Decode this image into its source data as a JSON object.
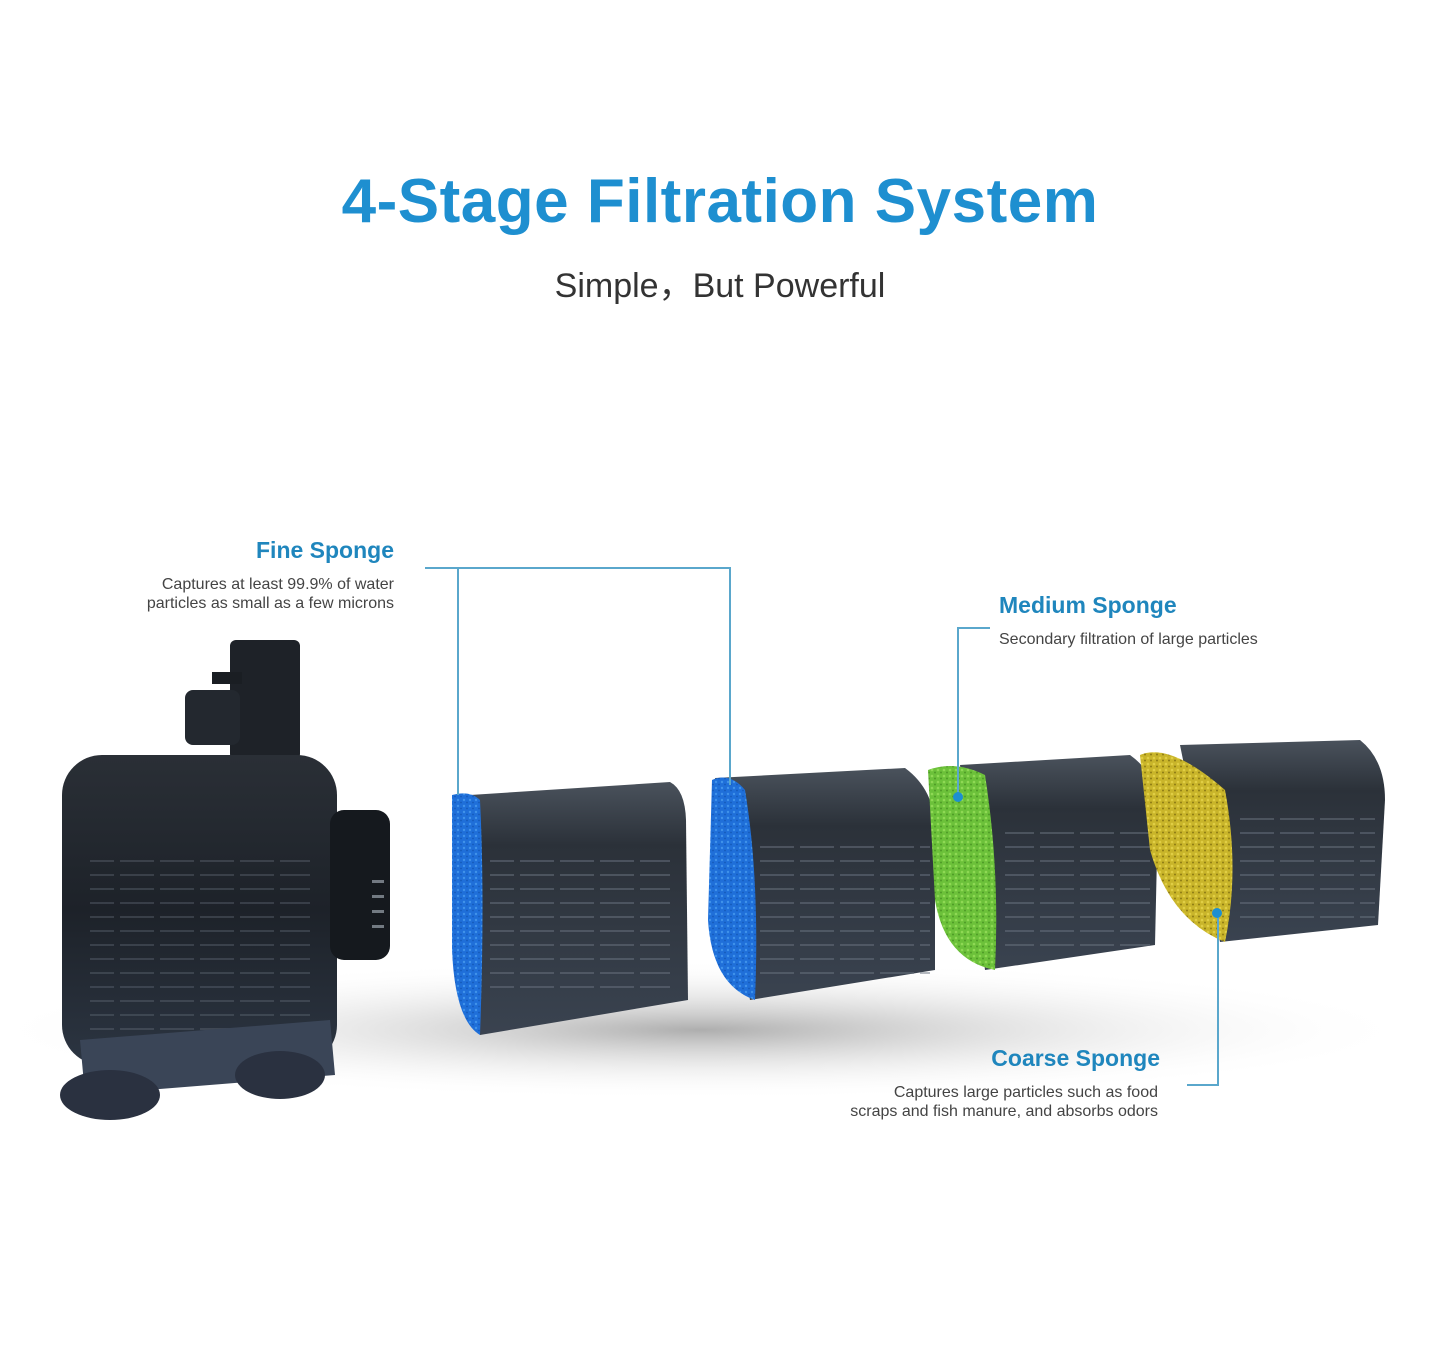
{
  "header": {
    "title": "4-Stage Filtration System",
    "subtitle": "Simple，But Powerful"
  },
  "stages": [
    {
      "name": "Fine Sponge",
      "description_lines": [
        "Captures at least 99.9% of water",
        "particles as small as a few microns"
      ],
      "color": "#1f6fd9",
      "count": 2
    },
    {
      "name": "Medium Sponge",
      "description_lines": [
        "Secondary filtration of large particles"
      ],
      "color": "#6cc13a"
    },
    {
      "name": "Coarse Sponge",
      "description_lines": [
        "Captures large particles such as food",
        "scraps and fish manure, and absorbs odors"
      ],
      "color": "#c9b52a"
    }
  ],
  "colors": {
    "title": "#1e8fd0",
    "callout_line": "#5aa7cc",
    "housing": "#2f3640",
    "background": "#ffffff"
  }
}
